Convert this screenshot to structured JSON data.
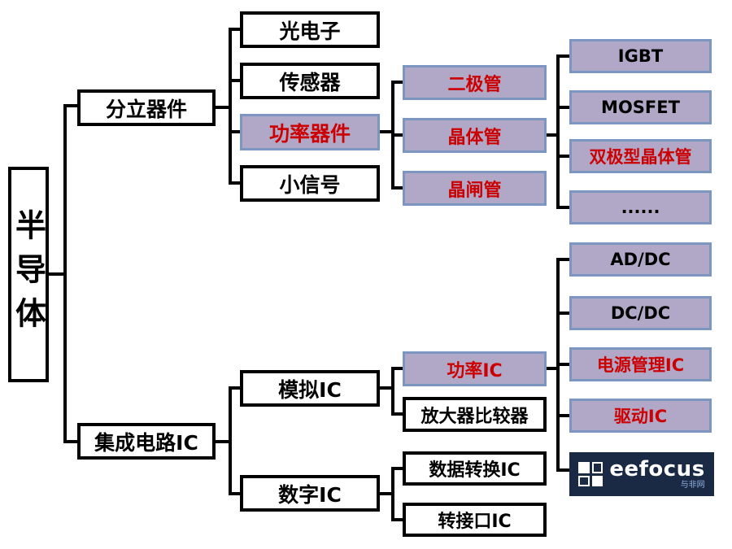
{
  "colors": {
    "background": "#ffffff",
    "white_box_border": "#000000",
    "purple_box_fill": "#b1a8c8",
    "purple_box_border": "#7b97c1",
    "highlight_text": "#cc0000",
    "connector": "#000000",
    "logo_background": "#1b2a44"
  },
  "nodes": {
    "root": "半导体",
    "discrete": "分立器件",
    "ic": "集成电路IC",
    "opto": "光电子",
    "sensor": "传感器",
    "power_device": "功率器件",
    "small_signal": "小信号",
    "diode": "二极管",
    "transistor": "晶体管",
    "thyristor": "晶闸管",
    "igbt": "IGBT",
    "mosfet": "MOSFET",
    "bipolar": "双极型晶体管",
    "ellipsis": "......",
    "analog_ic": "模拟IC",
    "digital_ic": "数字IC",
    "power_ic": "功率IC",
    "amp_comparator": "放大器比较器",
    "ad_dc": "AD/DC",
    "dc_dc": "DC/DC",
    "pmic": "电源管理IC",
    "driver_ic": "驱动IC",
    "data_conversion": "数据转换IC",
    "interface_ic": "转接口IC"
  },
  "logo": {
    "brand": "eefocus",
    "subtext": "与非网"
  }
}
